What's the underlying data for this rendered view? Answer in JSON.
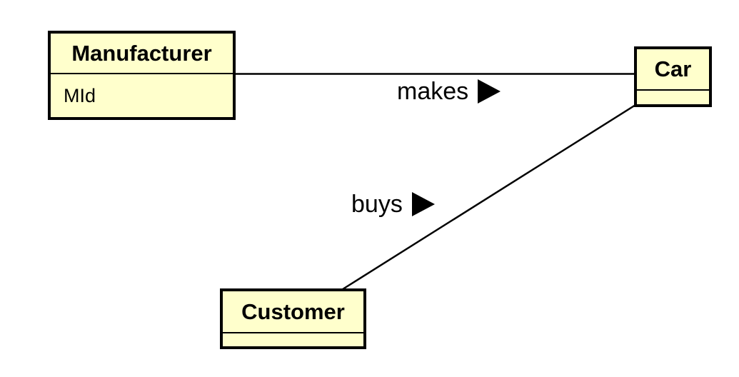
{
  "diagram": {
    "kind": "uml-class-diagram",
    "background_color": "#ffffff",
    "class_fill_color": "#ffffcc",
    "line_color": "#000000",
    "classes": [
      {
        "name": "Manufacturer",
        "attributes": [
          "MId"
        ]
      },
      {
        "name": "Car",
        "attributes": []
      },
      {
        "name": "Customer",
        "attributes": []
      }
    ],
    "associations": [
      {
        "label": "makes",
        "from": "Manufacturer",
        "to": "Car",
        "direction_icon": "filled-right-triangle"
      },
      {
        "label": "buys",
        "from": "Customer",
        "to": "Car",
        "direction_icon": "filled-right-triangle"
      }
    ]
  }
}
